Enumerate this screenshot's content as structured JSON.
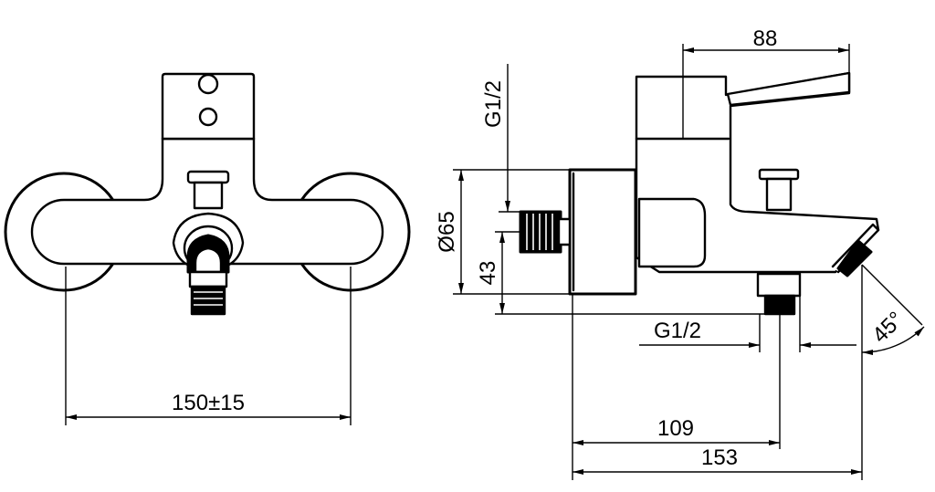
{
  "front_view": {
    "dim_width": "150±15"
  },
  "side_view": {
    "dim_lever": "88",
    "dim_inlet_thread": "G1/2",
    "dim_body_diameter": "Ø65",
    "dim_axis_height": "43",
    "dim_outlet_thread": "G1/2",
    "dim_angle": "45°",
    "dim_outlet_distance": "109",
    "dim_total_depth": "153"
  },
  "colors": {
    "line": "#000000",
    "background": "#ffffff"
  }
}
